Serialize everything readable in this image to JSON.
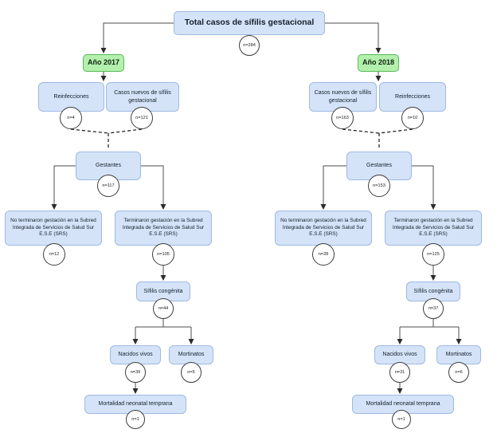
{
  "diagram": {
    "title": {
      "label": "Total casos de sífilis gestacional",
      "n": "n=284"
    },
    "y2017": {
      "year": "Año 2017",
      "reinfecciones": {
        "label": "Reinfecciones",
        "n": "n=4"
      },
      "casos_nuevos": {
        "label": "Casos nuevos de sífilis gestacional",
        "n": "n=121"
      },
      "gestantes": {
        "label": "Gestantes",
        "n": "n=117"
      },
      "no_terminaron": {
        "label": "No terminaron gestación en la Subred Integrada de Servicios de Salud Sur E.S.E (SRS)",
        "n": "n=12"
      },
      "terminaron": {
        "label": "Terminaron gestación en la Subred Integrada de Servicios de Salud Sur E.S.E (SRS)",
        "n": "n=105"
      },
      "sifilis_congenita": {
        "label": "Sífilis congénita",
        "n": "n=44"
      },
      "nacidos_vivos": {
        "label": "Nacidos vivos",
        "n": "n=39"
      },
      "mortinatos": {
        "label": "Mortinatos",
        "n": "n=5"
      },
      "mortalidad": {
        "label": "Mortalidad neonatal temprana",
        "n": "n=1"
      }
    },
    "y2018": {
      "year": "Año 2018",
      "casos_nuevos": {
        "label": "Casos nuevos de sífilis gestacional",
        "n": "n=163"
      },
      "reinfecciones": {
        "label": "Reinfecciones",
        "n": "n=10"
      },
      "gestantes": {
        "label": "Gestantes",
        "n": "n=153"
      },
      "no_terminaron": {
        "label": "No terminaron gestación en la Subred Integrada de Servicios de Salud Sur E.S.E (SRS)",
        "n": "n=28"
      },
      "terminaron": {
        "label": "Terminaron gestación en la Subred Integrada de Servicios de Salud Sur E.S.E (SRS)",
        "n": "n=125"
      },
      "sifilis_congenita": {
        "label": "Sífilis congénita",
        "n": "n=37"
      },
      "nacidos_vivos": {
        "label": "Nacidos vivos",
        "n": "n=31"
      },
      "mortinatos": {
        "label": "Mortinatos",
        "n": "n=6"
      },
      "mortalidad": {
        "label": "Mortalidad neonatal temprana",
        "n": "n=1"
      }
    },
    "colors": {
      "node_fill": "#d4e3f8",
      "node_border": "#9fb9e2",
      "year_fill": "#b4f0ad",
      "year_border": "#57b957"
    }
  }
}
